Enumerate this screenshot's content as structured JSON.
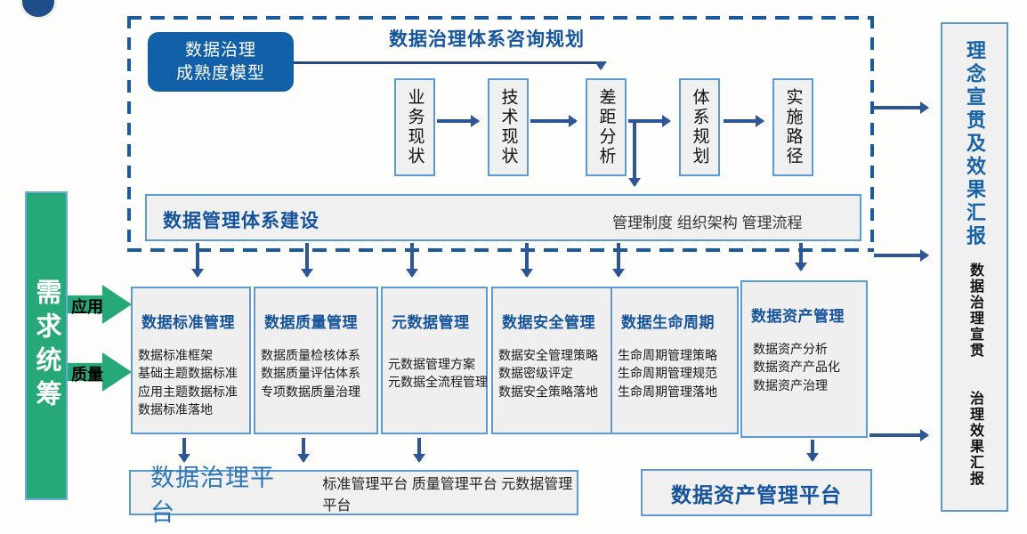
{
  "palette": {
    "accent_blue": "#15549c",
    "box_border_blue": "#5b9bd5",
    "arrow_navy": "#2f5597",
    "dash_blue": "#1b5a9c",
    "maturity_fill": "#1160a8",
    "green": "#27a878",
    "box_fill": "#f0f0f0",
    "platform_text_blue": "#2e75b6"
  },
  "consulting": {
    "title": "数据治理体系咨询规划",
    "maturity_model": {
      "line1": "数据治理",
      "line2": "成熟度模型"
    },
    "steps": [
      "业务现状",
      "技术现状",
      "差距分析",
      "体系规划",
      "实施路径"
    ],
    "management_bar": {
      "title": "数据管理体系建设",
      "items": "管理制度 组织架构 管理流程"
    }
  },
  "demand_bar": {
    "label": "需求统筹",
    "arrow_labels": [
      "应用",
      "质量"
    ]
  },
  "domains": [
    {
      "title": "数据标准管理",
      "items": [
        "数据标准框架",
        "基础主题数据标准",
        "应用主题数据标准",
        "数据标准落地"
      ]
    },
    {
      "title": "数据质量管理",
      "items": [
        "数据质量检核体系",
        "数据质量评估体系",
        "专项数据质量治理"
      ]
    },
    {
      "title": "元数据管理",
      "items": [
        "元数据管理方案",
        "元数据全流程管理"
      ]
    },
    {
      "title": "数据安全管理",
      "items": [
        "数据安全管理策略",
        "数据密级评定",
        "数据安全策略落地"
      ]
    },
    {
      "title": "数据生命周期",
      "items": [
        "生命周期管理策略",
        "生命周期管理规范",
        "生命周期管理落地"
      ]
    },
    {
      "title": "数据资产管理",
      "items": [
        "数据资产分析",
        "数据资产产品化",
        "数据资产治理"
      ]
    }
  ],
  "platforms": {
    "governance": {
      "title": "数据治理平台",
      "subtitle": "标准管理平台 质量管理平台 元数据管理平台"
    },
    "asset": {
      "title": "数据资产管理平台"
    }
  },
  "report_bar": {
    "title": "理念宣贯及效果汇报",
    "subtitle": "数据治理宣贯　　治理效果汇报"
  }
}
